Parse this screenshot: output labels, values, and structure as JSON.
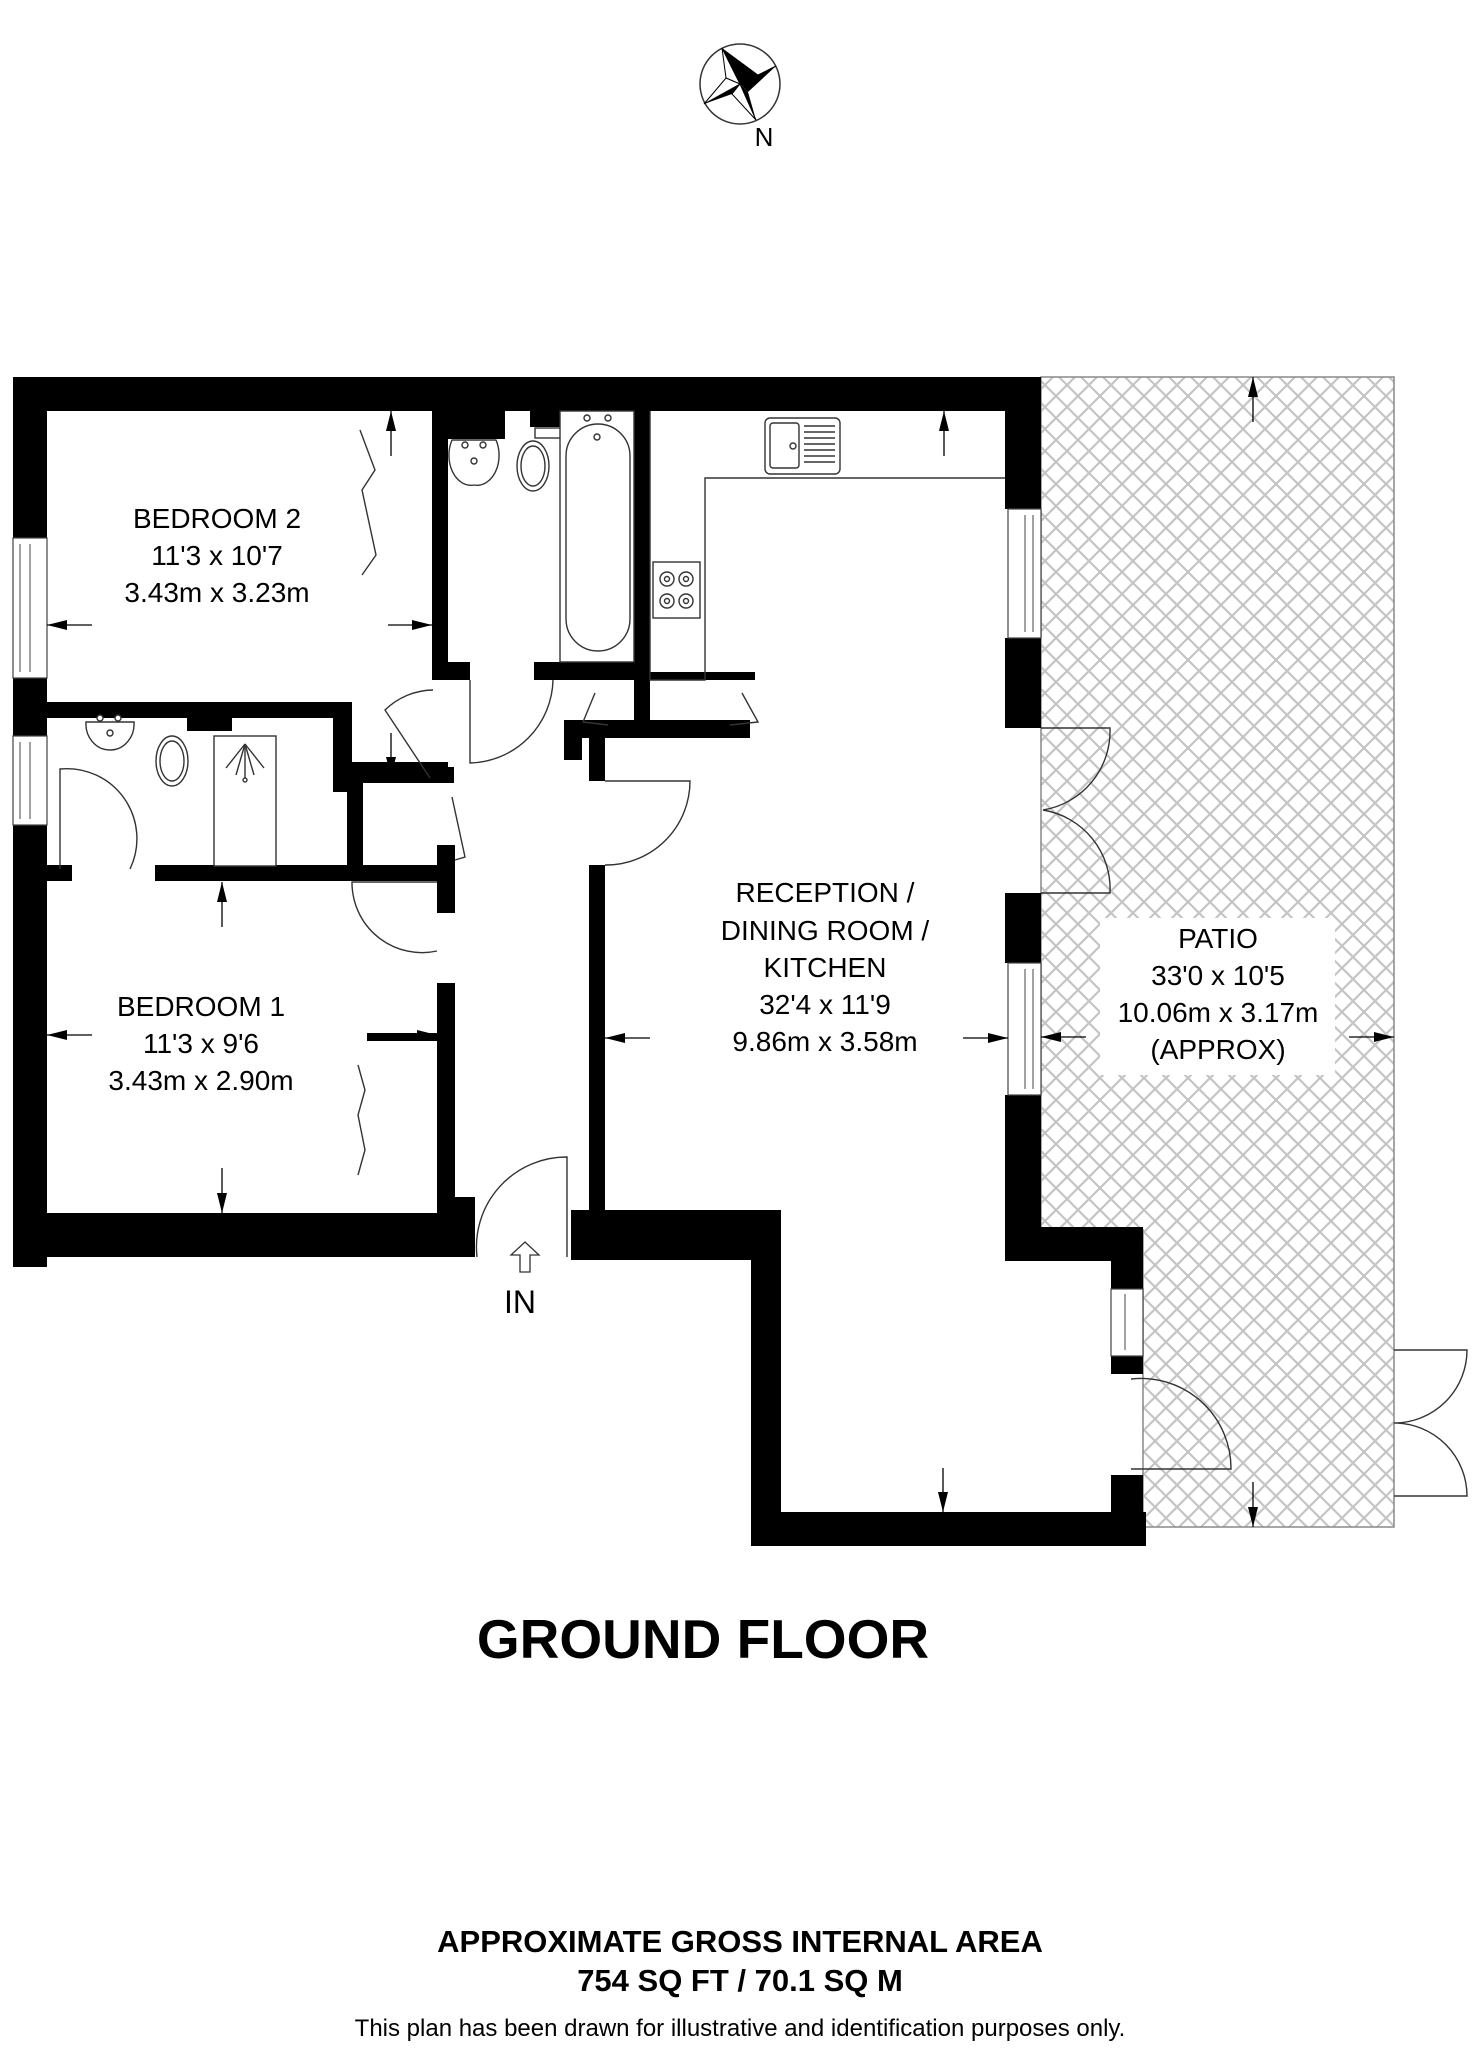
{
  "compass": {
    "label": "N",
    "icon": "compass-rose-icon"
  },
  "rooms": {
    "bedroom2": {
      "name": "BEDROOM 2",
      "imperial": "11'3 x 10'7",
      "metric": "3.43m x 3.23m"
    },
    "bedroom1": {
      "name": "BEDROOM 1",
      "imperial": "11'3 x 9'6",
      "metric": "3.43m x 2.90m"
    },
    "reception": {
      "name_line1": "RECEPTION /",
      "name_line2": "DINING ROOM /",
      "name_line3": "KITCHEN",
      "imperial": "32'4 x 11'9",
      "metric": "9.86m x 3.58m"
    },
    "patio": {
      "name": "PATIO",
      "imperial": "33'0 x 10'5",
      "metric": "10.06m x 3.17m",
      "note": "(APPROX)"
    }
  },
  "entrance": {
    "label": "IN"
  },
  "floor": {
    "title": "GROUND FLOOR"
  },
  "area": {
    "heading": "APPROXIMATE GROSS INTERNAL AREA",
    "value": "754 SQ FT / 70.1 SQ M"
  },
  "disclaimer": "This plan has been drawn for illustrative and identification purposes only.",
  "colors": {
    "wall": "#000000",
    "hatch": "#c4c4c4",
    "background": "#ffffff"
  }
}
